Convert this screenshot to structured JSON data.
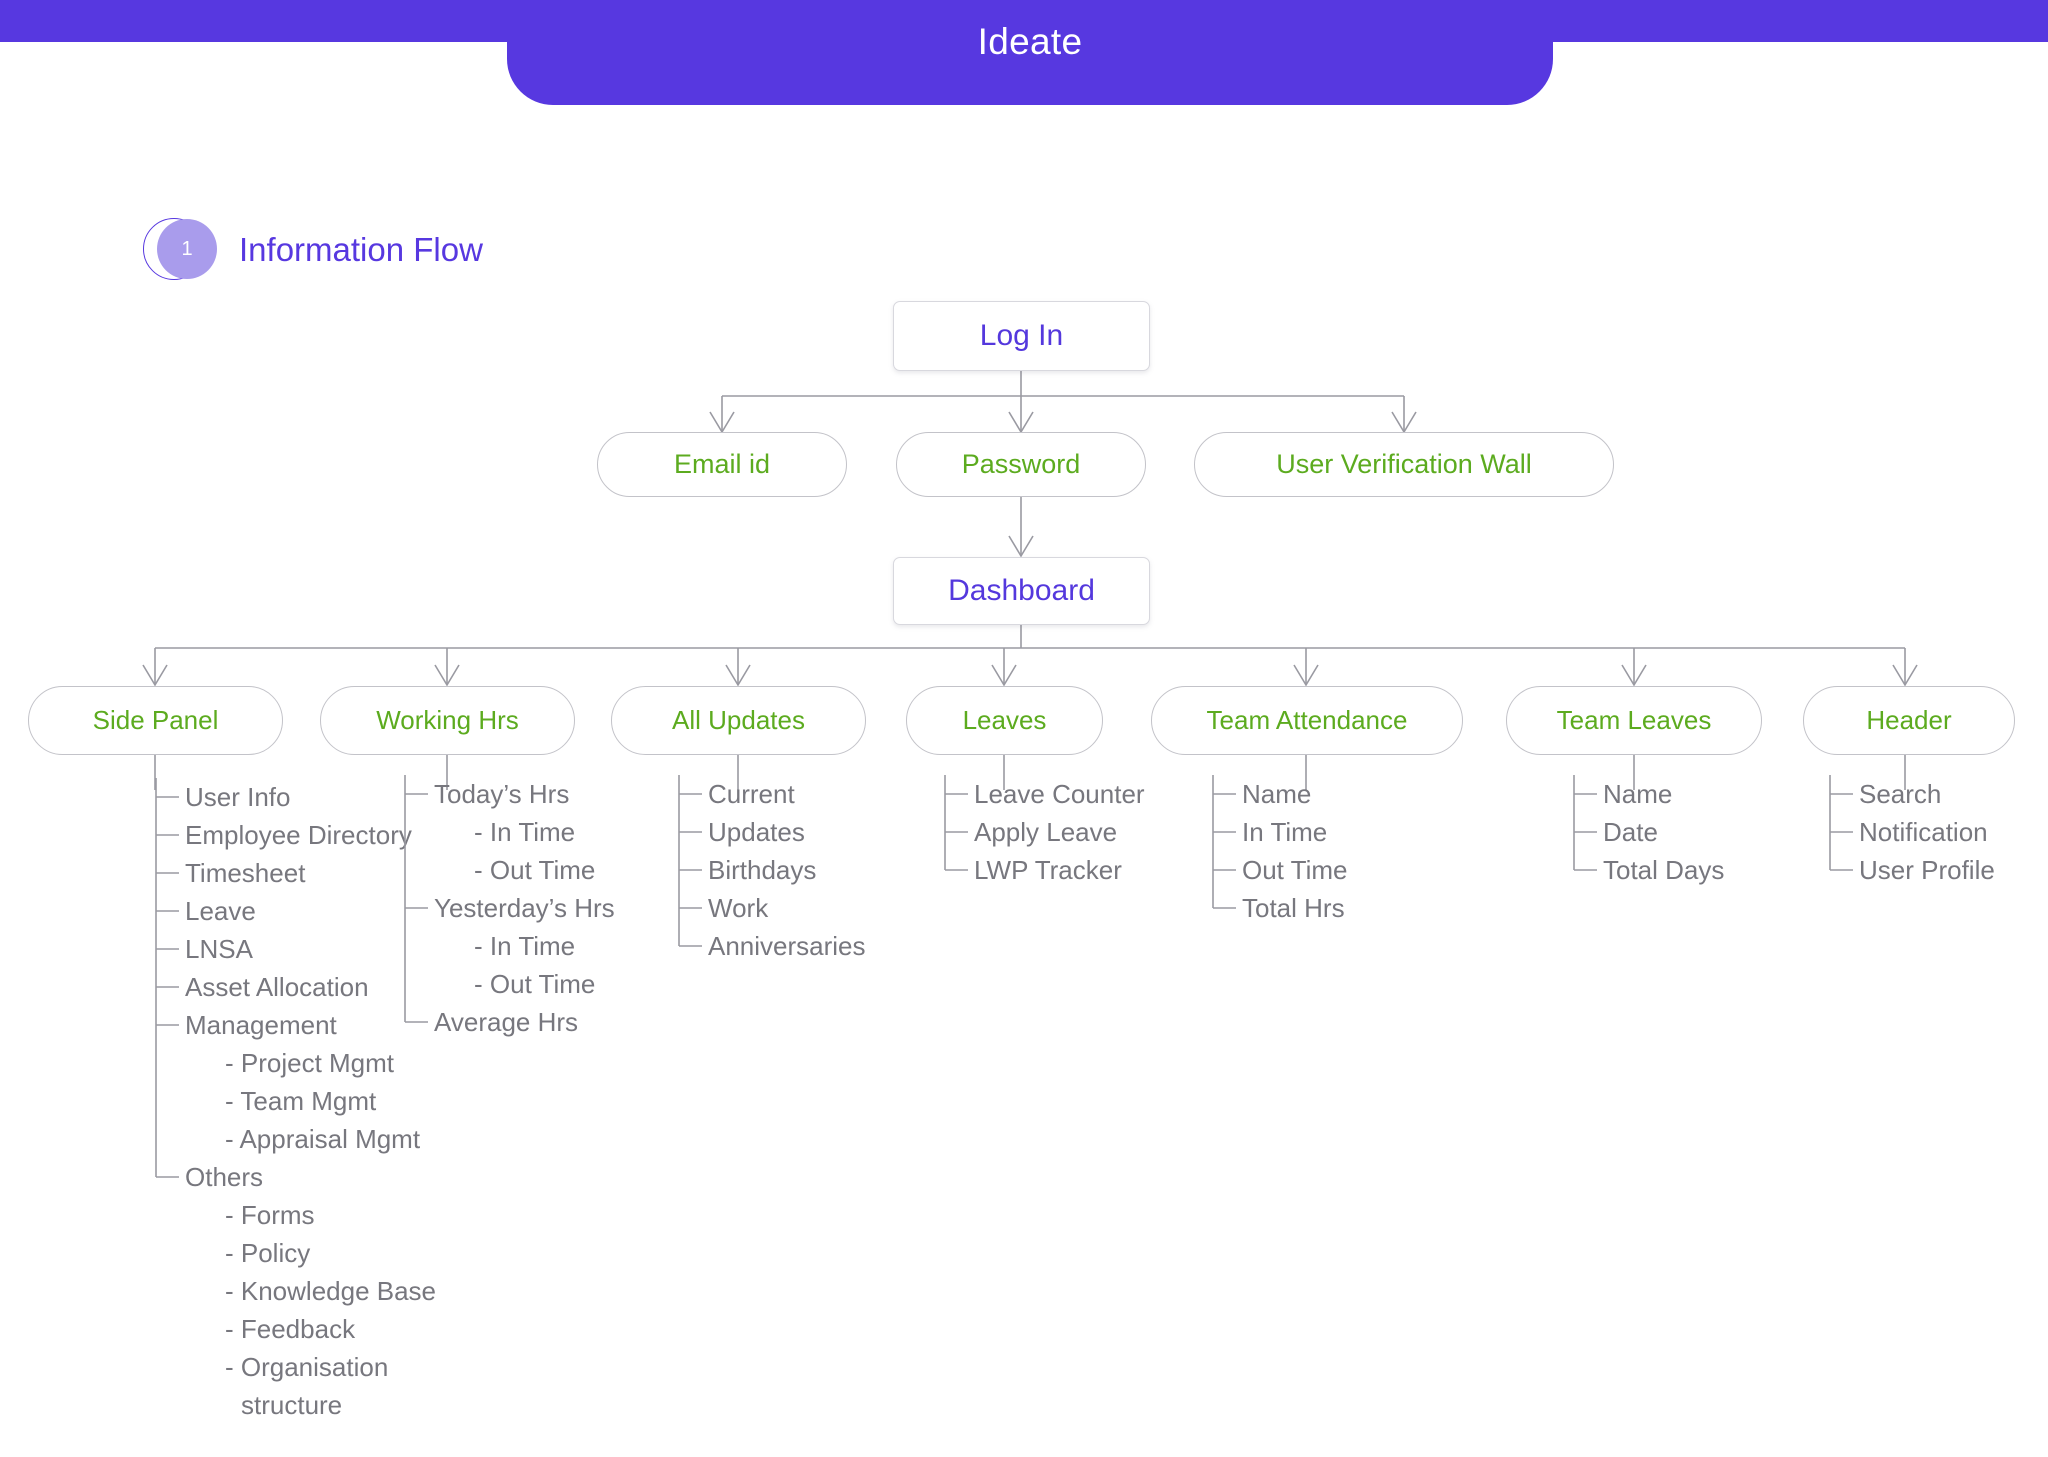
{
  "header": {
    "title": "Ideate",
    "bar_color": "#5738e0"
  },
  "section": {
    "badge_number": "1",
    "title": "Information Flow",
    "accent_color": "#5738e0",
    "badge_fill_color": "#a99cec"
  },
  "palette": {
    "purple_text": "#5438dd",
    "green_text": "#5cab1f",
    "tree_text": "#77777e",
    "line": "#9a9aa2"
  },
  "diagram": {
    "type": "flow-tree",
    "root": {
      "label": "Log In",
      "shape": "rect",
      "text_color": "#5438dd"
    },
    "auth_nodes": [
      {
        "label": "Email id",
        "shape": "pill"
      },
      {
        "label": "Password",
        "shape": "pill"
      },
      {
        "label": "User Verification Wall",
        "shape": "pill"
      }
    ],
    "dashboard": {
      "label": "Dashboard",
      "shape": "rect",
      "text_color": "#5438dd"
    },
    "branches": [
      {
        "label": "Side Panel",
        "children": [
          {
            "label": "User Info",
            "level": 1
          },
          {
            "label": "Employee Directory",
            "level": 1
          },
          {
            "label": "Timesheet",
            "level": 1
          },
          {
            "label": "Leave",
            "level": 1
          },
          {
            "label": "LNSA",
            "level": 1
          },
          {
            "label": "Asset Allocation",
            "level": 1
          },
          {
            "label": "Management",
            "level": 1
          },
          {
            "label": "- Project Mgmt",
            "level": 2
          },
          {
            "label": "- Team Mgmt",
            "level": 2
          },
          {
            "label": "- Appraisal Mgmt",
            "level": 2
          },
          {
            "label": "Others",
            "level": 1,
            "last": true
          },
          {
            "label": "- Forms",
            "level": 2
          },
          {
            "label": "- Policy",
            "level": 2
          },
          {
            "label": "- Knowledge Base",
            "level": 2
          },
          {
            "label": "- Feedback",
            "level": 2
          },
          {
            "label": "- Organisation",
            "level": 2
          },
          {
            "label": "structure",
            "level": 3
          }
        ]
      },
      {
        "label": "Working Hrs",
        "children": [
          {
            "label": "Today’s Hrs",
            "level": 1
          },
          {
            "label": "- In Time",
            "level": 2
          },
          {
            "label": "- Out Time",
            "level": 2
          },
          {
            "label": "Yesterday’s Hrs",
            "level": 1
          },
          {
            "label": "- In Time",
            "level": 2
          },
          {
            "label": "- Out Time",
            "level": 2
          },
          {
            "label": "Average Hrs",
            "level": 1,
            "last": true
          }
        ]
      },
      {
        "label": "All Updates",
        "children": [
          {
            "label": "Current",
            "level": 1
          },
          {
            "label": "Updates",
            "level": 1
          },
          {
            "label": "Birthdays",
            "level": 1
          },
          {
            "label": "Work",
            "level": 1
          },
          {
            "label": "Anniversaries",
            "level": 1,
            "last": true
          }
        ]
      },
      {
        "label": "Leaves",
        "children": [
          {
            "label": "Leave Counter",
            "level": 1
          },
          {
            "label": "Apply Leave",
            "level": 1
          },
          {
            "label": "LWP Tracker",
            "level": 1,
            "last": true
          }
        ]
      },
      {
        "label": "Team Attendance",
        "children": [
          {
            "label": "Name",
            "level": 1
          },
          {
            "label": "In Time",
            "level": 1
          },
          {
            "label": "Out Time",
            "level": 1
          },
          {
            "label": "Total Hrs",
            "level": 1,
            "last": true
          }
        ]
      },
      {
        "label": "Team Leaves",
        "children": [
          {
            "label": "Name",
            "level": 1
          },
          {
            "label": "Date",
            "level": 1
          },
          {
            "label": "Total Days",
            "level": 1,
            "last": true
          }
        ]
      },
      {
        "label": "Header",
        "children": [
          {
            "label": "Search",
            "level": 1
          },
          {
            "label": "Notification",
            "level": 1
          },
          {
            "label": "User Profile",
            "level": 1,
            "last": true
          }
        ]
      }
    ]
  }
}
